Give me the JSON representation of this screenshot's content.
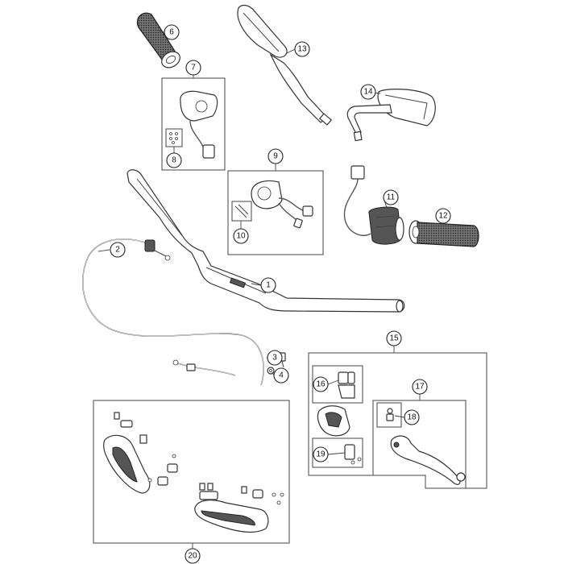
{
  "callouts": [
    {
      "id": "1",
      "label": "1"
    },
    {
      "id": "2",
      "label": "2"
    },
    {
      "id": "3",
      "label": "3"
    },
    {
      "id": "4",
      "label": "4"
    },
    {
      "id": "6",
      "label": "6"
    },
    {
      "id": "7",
      "label": "7"
    },
    {
      "id": "8",
      "label": "8"
    },
    {
      "id": "9",
      "label": "9"
    },
    {
      "id": "10",
      "label": "10"
    },
    {
      "id": "11",
      "label": "11"
    },
    {
      "id": "12",
      "label": "12"
    },
    {
      "id": "13",
      "label": "13"
    },
    {
      "id": "14",
      "label": "14"
    },
    {
      "id": "15",
      "label": "15"
    },
    {
      "id": "16",
      "label": "16"
    },
    {
      "id": "17",
      "label": "17"
    },
    {
      "id": "18",
      "label": "18"
    },
    {
      "id": "19",
      "label": "19"
    },
    {
      "id": "20",
      "label": "20"
    }
  ]
}
